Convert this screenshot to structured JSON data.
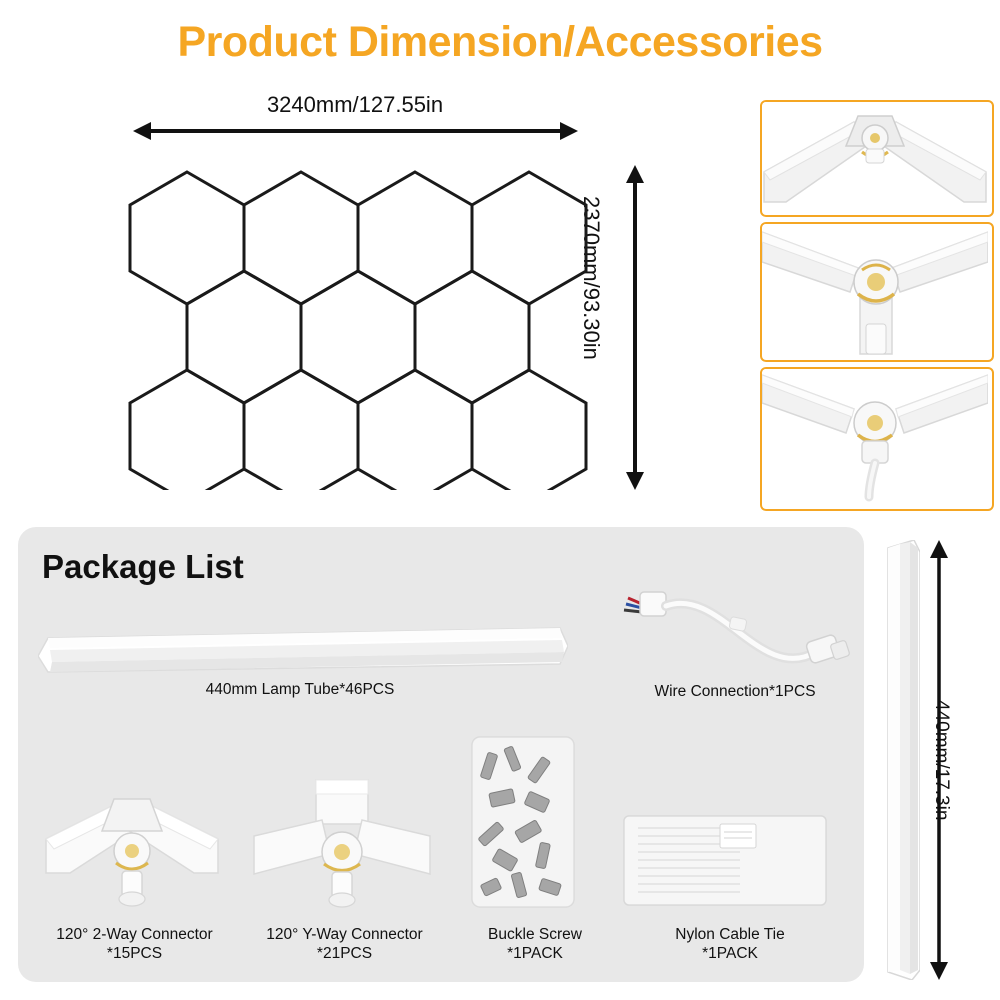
{
  "title": "Product Dimension/Accessories",
  "dimensions": {
    "width_label": "3240mm/127.55in",
    "height_label": "2370mm/93.30in",
    "tube_length_label": "440mm/17.3in"
  },
  "package": {
    "heading": "Package List",
    "items": [
      {
        "name": "lamp-tube",
        "caption": "440mm Lamp Tube*46PCS"
      },
      {
        "name": "wire-connection",
        "caption": "Wire Connection*1PCS"
      },
      {
        "name": "two-way-connector",
        "caption_line1": "120° 2-Way Connector",
        "caption_line2": "*15PCS"
      },
      {
        "name": "y-way-connector",
        "caption_line1": "120° Y-Way Connector",
        "caption_line2": "*21PCS"
      },
      {
        "name": "buckle-screw",
        "caption_line1": "Buckle Screw",
        "caption_line2": "*1PACK"
      },
      {
        "name": "nylon-cable-tie",
        "caption_line1": "Nylon Cable Tie",
        "caption_line2": "*1PACK"
      }
    ]
  },
  "colors": {
    "accent": "#F5A623",
    "panel": "#e8e8e8",
    "text": "#111111"
  },
  "accessory_photos": [
    {
      "name": "corner-connector-photo"
    },
    {
      "name": "y-connector-photo"
    },
    {
      "name": "y-connector-with-cable-photo"
    }
  ]
}
